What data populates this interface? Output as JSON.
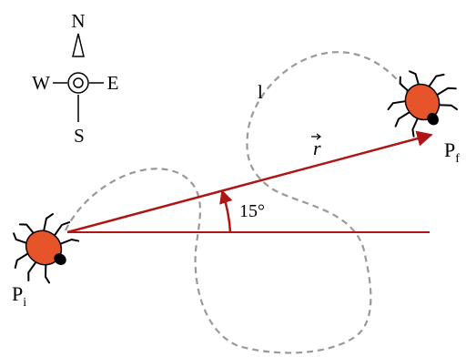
{
  "compass": {
    "north": "N",
    "south": "S",
    "east": "E",
    "west": "W"
  },
  "labels": {
    "path_length": "l",
    "displacement_symbol": "r",
    "angle": "15°",
    "initial_position": {
      "base": "P",
      "subscript": "i"
    },
    "final_position": {
      "base": "P",
      "subscript": "f"
    }
  },
  "colors": {
    "vector": "#b01515",
    "path": "#999999",
    "bug_body": "#e8542a",
    "bug_outline": "#000000"
  },
  "icons": [
    "compass-rose-icon",
    "bug-icon"
  ]
}
